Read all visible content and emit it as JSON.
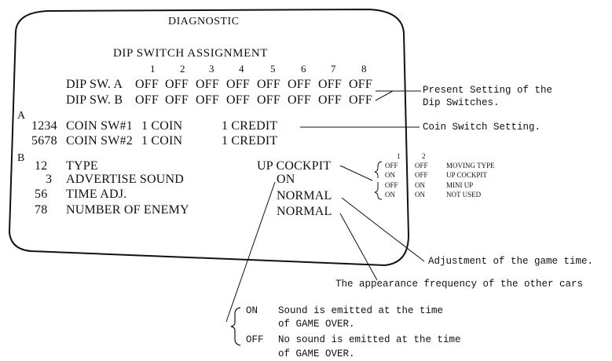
{
  "screen": {
    "title": "DIAGNOSTIC",
    "subtitle": "DIP SWITCH ASSIGNMENT",
    "switch_numbers": [
      "1",
      "2",
      "3",
      "4",
      "5",
      "6",
      "7",
      "8"
    ],
    "dip_a_label": "DIP SW. A",
    "dip_b_label": "DIP SW. B",
    "dip_a_values": [
      "OFF",
      "OFF",
      "OFF",
      "OFF",
      "OFF",
      "OFF",
      "OFF",
      "OFF"
    ],
    "dip_b_values": [
      "OFF",
      "OFF",
      "OFF",
      "OFF",
      "OFF",
      "OFF",
      "OFF",
      "OFF"
    ],
    "section_a": "A",
    "coin_rows": [
      {
        "code": "1234",
        "name": "COIN SW#1",
        "coin": "1 COIN",
        "credit": "1 CREDIT"
      },
      {
        "code": "5678",
        "name": "COIN SW#2",
        "coin": "1 COIN",
        "credit": "1 CREDIT"
      }
    ],
    "section_b": "B",
    "b_rows": [
      {
        "code": "12",
        "name": "TYPE",
        "value": "UP COCKPIT"
      },
      {
        "code": "3",
        "name": "ADVERTISE SOUND",
        "value": "ON"
      },
      {
        "code": "56",
        "name": "TIME ADJ.",
        "value": "NORMAL"
      },
      {
        "code": "78",
        "name": "NUMBER OF ENEMY",
        "value": "NORMAL"
      }
    ]
  },
  "annotations": {
    "present_line1": "Present Setting of the",
    "present_line2": "Dip Switches.",
    "coin_switch": "Coin Switch Setting.",
    "time_adjust": "Adjustment of the game time.",
    "appearance": "The appearance frequency of the other cars"
  },
  "type_table": {
    "headers": [
      "1",
      "2"
    ],
    "rows": [
      {
        "s1": "OFF",
        "s2": "OFF",
        "desc": "MOVING TYPE"
      },
      {
        "s1": "ON",
        "s2": "OFF",
        "desc": "UP COCKPIT"
      },
      {
        "s1": "OFF",
        "s2": "ON",
        "desc": "MINI UP"
      },
      {
        "s1": "ON",
        "s2": "ON",
        "desc": "NOT USED"
      }
    ]
  },
  "sound_notes": {
    "on_label": "ON",
    "on_line1": "Sound is emitted at the time",
    "on_line2": "of GAME OVER.",
    "off_label": "OFF",
    "off_line1": "No sound is emitted at the time",
    "off_line2": "of GAME OVER."
  }
}
